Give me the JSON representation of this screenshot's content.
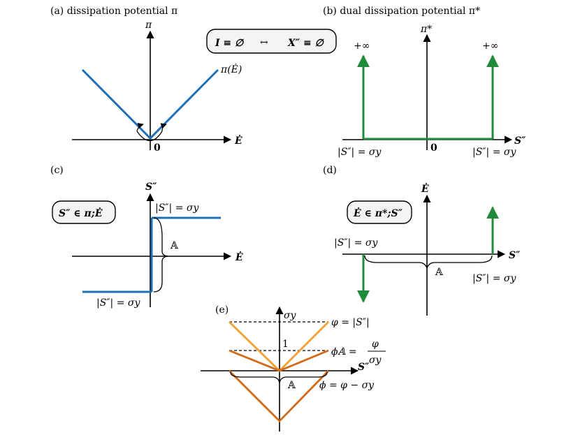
{
  "panel_a": {
    "caption": "(a)  dissipation potential π",
    "axis_y_label": "π",
    "axis_x_label": "Ė",
    "origin_label": "0",
    "curve_label": "π(Ė)"
  },
  "equivalence_box": {
    "left": "I ≡ ∅",
    "arrow": "↔",
    "right": "X″ ≡ ∅"
  },
  "panel_b": {
    "caption": "(b)  dual dissipation potential π*",
    "axis_y_label": "π*",
    "axis_x_label": "S″",
    "origin_label": "0",
    "left_infinity": "+∞",
    "right_infinity": "+∞",
    "left_bound_label": "|S″| = σy",
    "right_bound_label": "|S″| = σy"
  },
  "panel_c": {
    "caption": "(c)",
    "axis_y_label": "S″",
    "axis_x_label": "Ė",
    "box_label": "S″ ∈ π;Ė",
    "upper_label": "|S″| = σy",
    "lower_label": "|S″| = σy",
    "brace_label": "𝔸"
  },
  "panel_d": {
    "caption": "(d)",
    "axis_y_label": "Ė",
    "axis_x_label": "S″",
    "box_label": "Ė ∈ π*;S″",
    "left_label": "|S″| = σy",
    "right_label": "|S″| = σy",
    "brace_label": "𝔸"
  },
  "panel_e": {
    "caption": "(e)",
    "axis_y_label": "σy",
    "axis_x_label": "S″",
    "tick_label": "1",
    "phi_label": "φ = |S″|",
    "phiA_label_lhs": "ϕ𝔸 =",
    "phiA_num": "φ",
    "phiA_den": "σy",
    "phi_shift_label": "ϕ = φ − σy",
    "brace_label": "𝔸"
  },
  "colors": {
    "blue": "#1f6fb8",
    "green": "#1f8a3a",
    "orange_light": "#f0a030",
    "orange_dark": "#d26a18",
    "axis": "#000000"
  }
}
